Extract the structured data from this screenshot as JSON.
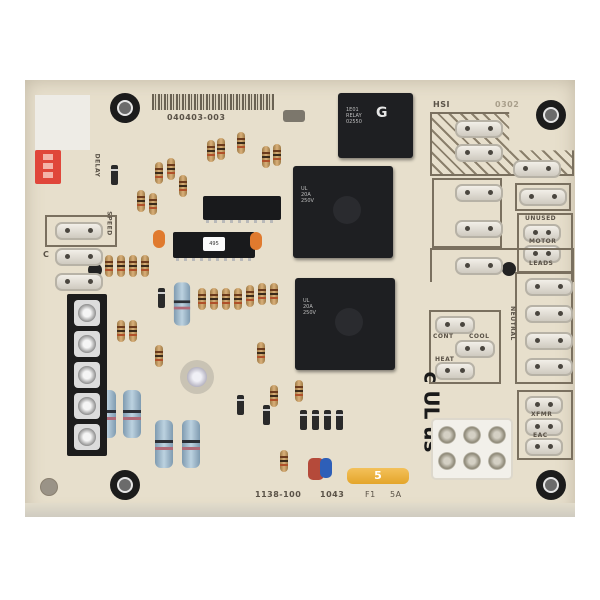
{
  "photo": {
    "subject": "furnace control circuit board",
    "background_color": "#ffffff",
    "board_color": "#e7dfcc"
  },
  "silkscreen": {
    "part_number": "040403-003",
    "hsi_label": "HSI",
    "board_id": "0302",
    "delay_label": "DELAY",
    "spd_label": "SPEED",
    "c_label": "C",
    "unused_label": "UNUSED",
    "motor_label": "MOTOR",
    "leads_label": "LEADS",
    "neutral_label": "NEUTRAL",
    "cont_label": "CONT",
    "cool_label": "COOL",
    "heat_label": "HEAT",
    "xfmr_label": "XFMR",
    "eac_label": "EAC",
    "code_left": "1138-100",
    "code_right": "1043",
    "fuse_ref": "F1",
    "fuse_rating": "5A",
    "ul_mark": "c UL us",
    "fuse_text": "5",
    "ic_sticker": "495",
    "relay_top_letter": "G"
  }
}
